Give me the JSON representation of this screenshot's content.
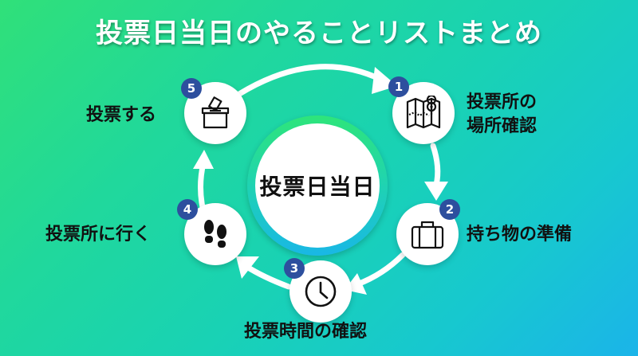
{
  "title": "投票日当日のやることリストまとめ",
  "center": {
    "label": "投票日当日"
  },
  "colors": {
    "background_start": "#30e079",
    "background_end": "#1bb4e9",
    "badge": "#2d4f9e",
    "node": "#ffffff",
    "arrow": "#ffffff",
    "text": "#111111",
    "title_text": "#ffffff"
  },
  "steps": [
    {
      "number": "1",
      "label_line1": "投票所の",
      "label_line2": "場所確認",
      "icon": "map-pin-icon"
    },
    {
      "number": "2",
      "label": "持ち物の準備",
      "icon": "briefcase-icon"
    },
    {
      "number": "3",
      "label": "投票時間の確認",
      "icon": "clock-icon"
    },
    {
      "number": "4",
      "label": "投票所に行く",
      "icon": "footprints-icon"
    },
    {
      "number": "5",
      "label": "投票する",
      "icon": "ballot-box-icon"
    }
  ]
}
